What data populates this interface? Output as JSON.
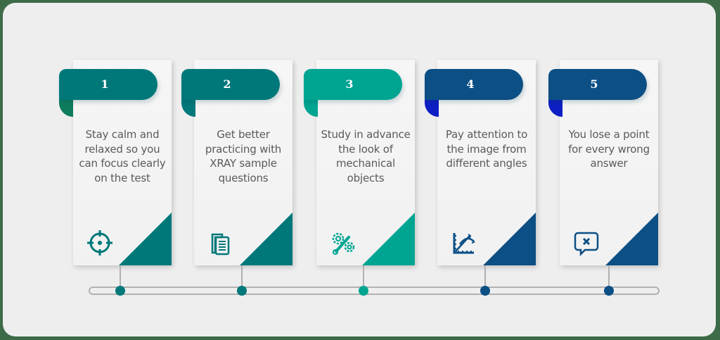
{
  "colors": {
    "teal_dark": "#00787a",
    "teal_light": "#00a592",
    "navy": "#0c4f85",
    "curl_blue": "#0d1fc4",
    "text_gray": "#5a5a5a",
    "background": "#efeeef"
  },
  "steps": [
    {
      "number": "1",
      "text": "Stay calm and relaxed so you can focus clearly on the test",
      "icon": "target-crosshair-icon",
      "color": "#00787a"
    },
    {
      "number": "2",
      "text": "Get better practicing with XRAY sample questions",
      "icon": "documents-icon",
      "color": "#00787a"
    },
    {
      "number": "3",
      "text": "Study in advance the look of mechanical objects",
      "icon": "gears-wrench-icon",
      "color": "#00a592"
    },
    {
      "number": "4",
      "text": "Pay attention to the image from different angles",
      "icon": "angle-measure-icon",
      "color": "#0c4f85"
    },
    {
      "number": "5",
      "text": "You lose a point for every wrong answer",
      "icon": "speech-bubble-x-icon",
      "color": "#0c4f85"
    }
  ]
}
